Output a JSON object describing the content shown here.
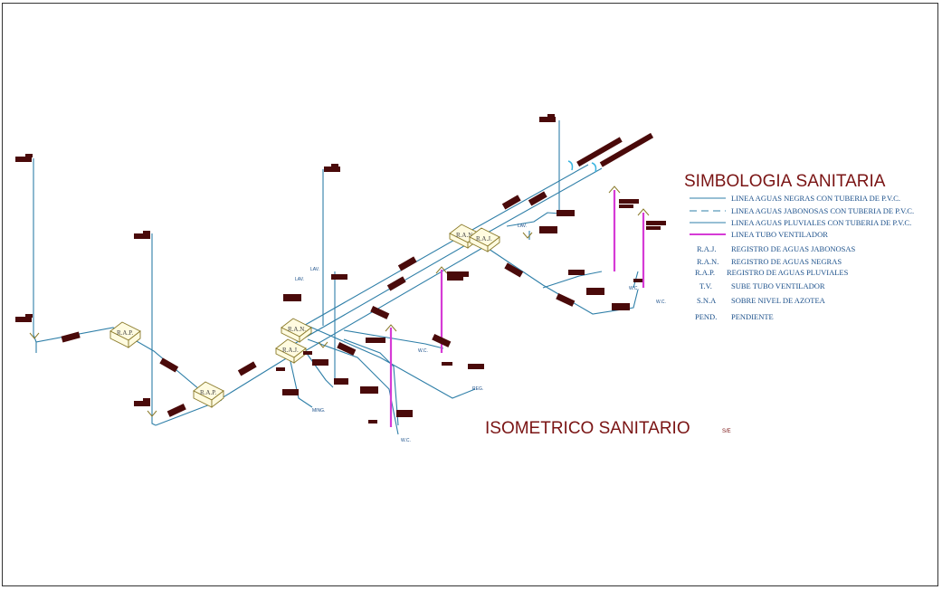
{
  "legend": {
    "title": "SIMBOLOGIA SANITARIA",
    "lines": [
      {
        "label": "LINEA AGUAS NEGRAS CON TUBERIA DE P.V.C.",
        "style": "solid",
        "color": "#2f7fa8"
      },
      {
        "label": "LINEA AGUAS JABONOSAS CON TUBERIA DE P.V.C.",
        "style": "dashed",
        "color": "#2f7fa8"
      },
      {
        "label": "LINEA AGUAS PLUVIALES CON TUBERIA DE P.V.C.",
        "style": "solid",
        "color": "#2f7fa8"
      },
      {
        "label": "LINEA TUBO VENTILADOR",
        "style": "solid",
        "color": "#d63bd6"
      }
    ],
    "abbreviations": [
      {
        "code": "R.A.J.",
        "desc": "REGISTRO DE AGUAS JABONOSAS"
      },
      {
        "code": "R.A.N.",
        "desc": "REGISTRO DE AGUAS NEGRAS"
      },
      {
        "code": "R.A.P.",
        "desc": "REGISTRO DE AGUAS PLUVIALES"
      },
      {
        "code": "T.V.",
        "desc": "SUBE TUBO VENTILADOR"
      },
      {
        "code": "S.N.A",
        "desc": "SOBRE NIVEL DE AZOTEA"
      },
      {
        "code": "PEND.",
        "desc": "PENDIENTE"
      }
    ]
  },
  "drawing": {
    "title": "ISOMETRICO SANITARIO",
    "scale": "S/E",
    "boxes": [
      "R.A.P.",
      "R.A.P.",
      "R.A.N.",
      "R.A.J.",
      "R.A.N.",
      "R.A.J."
    ],
    "fixtures": [
      "LAV.",
      "LAV.",
      "LAV.",
      "W.C.",
      "W.C.",
      "W.C.",
      "W.C.",
      "REG.",
      "MING."
    ]
  },
  "colors": {
    "title": "#8b1a1a",
    "pipe": "#2f7fa8",
    "vent": "#d63bd6",
    "tag": "#4a0a0a"
  }
}
